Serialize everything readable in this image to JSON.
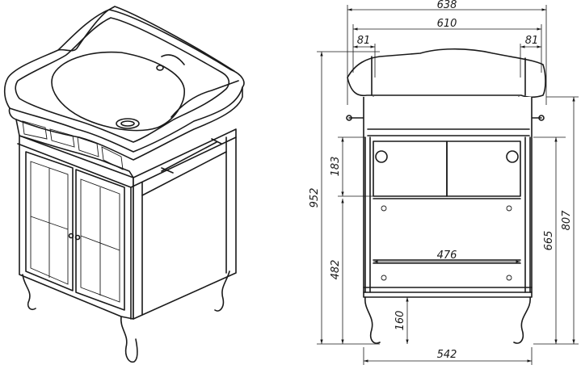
{
  "dimensions": {
    "overall_width": "638",
    "basin_width": "610",
    "left_overhang": "81",
    "right_overhang": "81",
    "total_height": "952",
    "drawer_height": "183",
    "cabinet_height": "482",
    "leg_height": "160",
    "inner_width": "476",
    "base_width": "542",
    "body_height": "665",
    "right_height": "807"
  },
  "colors": {
    "line": "#1a1a1a",
    "background": "#ffffff"
  }
}
